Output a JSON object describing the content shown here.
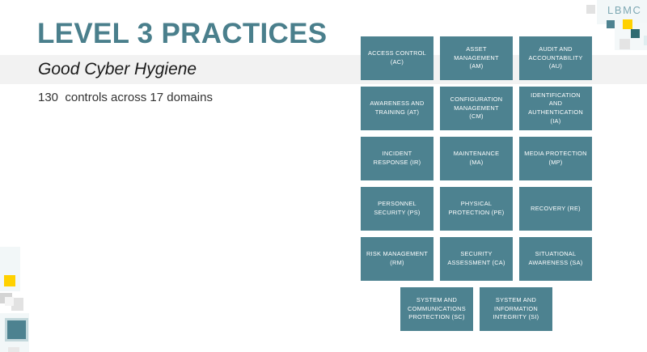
{
  "slide": {
    "title": "LEVEL 3 PRACTICES",
    "subtitle": "Good Cyber Hygiene",
    "controls_line": "130  controls across 17 domains",
    "control_count": 130,
    "domain_count": 17
  },
  "brand": {
    "name": "LBMC",
    "teal": "#4d8290",
    "title_teal": "#4a7f8c",
    "logo_teal": "#7fa9b4",
    "dark_teal": "#2f6b71",
    "yellow": "#ffd100",
    "gray": "#e2e2e2",
    "band_gray": "#f2f2f2"
  },
  "grid": {
    "columns": 3,
    "rows": [
      {
        "offset": 0,
        "cells": [
          {
            "label": "ACCESS CONTROL (AC)",
            "lines": [
              "ACCESS CONTROL",
              "(AC)"
            ],
            "abbr": "AC"
          },
          {
            "label": "ASSET MANAGEMENT (AM)",
            "lines": [
              "ASSET",
              "MANAGEMENT",
              "(AM)"
            ],
            "abbr": "AM"
          },
          {
            "label": "AUDIT AND ACCOUNTABILITY (AU)",
            "lines": [
              "AUDIT AND",
              "ACCOUNTABILITY",
              "(AU)"
            ],
            "abbr": "AU"
          }
        ]
      },
      {
        "offset": 0,
        "cells": [
          {
            "label": "AWARENESS AND TRAINING (AT)",
            "lines": [
              "AWARENESS AND",
              "TRAINING (AT)"
            ],
            "abbr": "AT"
          },
          {
            "label": "CONFIGURATION MANAGEMENT (CM)",
            "lines": [
              "CONFIGURATION",
              "MANAGEMENT",
              "(CM)"
            ],
            "abbr": "CM"
          },
          {
            "label": "IDENTIFICATION AND AUTHENTICATION (IA)",
            "lines": [
              "IDENTIFICATION",
              "AND",
              "AUTHENTICATION",
              "(IA)"
            ],
            "abbr": "IA"
          }
        ]
      },
      {
        "offset": 0,
        "cells": [
          {
            "label": "INCIDENT RESPONSE (IR)",
            "lines": [
              "INCIDENT",
              "RESPONSE (IR)"
            ],
            "abbr": "IR"
          },
          {
            "label": "MAINTENANCE (MA)",
            "lines": [
              "MAINTENANCE",
              "(MA)"
            ],
            "abbr": "MA"
          },
          {
            "label": "MEDIA PROTECTION (MP)",
            "lines": [
              "MEDIA PROTECTION",
              "(MP)"
            ],
            "abbr": "MP"
          }
        ]
      },
      {
        "offset": 0,
        "cells": [
          {
            "label": "PERSONNEL SECURITY (PS)",
            "lines": [
              "PERSONNEL",
              "SECURITY (PS)"
            ],
            "abbr": "PS"
          },
          {
            "label": "PHYSICAL PROTECTION (PE)",
            "lines": [
              "PHYSICAL",
              "PROTECTION (PE)"
            ],
            "abbr": "PE"
          },
          {
            "label": "RECOVERY (RE)",
            "lines": [
              "RECOVERY (RE)"
            ],
            "abbr": "RE"
          }
        ]
      },
      {
        "offset": 0,
        "cells": [
          {
            "label": "RISK MANAGEMENT (RM)",
            "lines": [
              "RISK MANAGEMENT",
              "(RM)"
            ],
            "abbr": "RM"
          },
          {
            "label": "SECURITY ASSESSMENT (CA)",
            "lines": [
              "SECURITY",
              "ASSESSMENT (CA)"
            ],
            "abbr": "CA"
          },
          {
            "label": "SITUATIONAL AWARENESS (SA)",
            "lines": [
              "SITUATIONAL",
              "AWARENESS (SA)"
            ],
            "abbr": "SA"
          }
        ]
      },
      {
        "offset": 49,
        "cells": [
          {
            "label": "SYSTEM AND COMMUNICATIONS PROTECTION (SC)",
            "lines": [
              "SYSTEM AND",
              "COMMUNICATIONS",
              "PROTECTION (SC)"
            ],
            "abbr": "SC"
          },
          {
            "label": "SYSTEM AND INFORMATION INTEGRITY (SI)",
            "lines": [
              "SYSTEM AND",
              "INFORMATION",
              "INTEGRITY (SI)"
            ],
            "abbr": "SI"
          }
        ]
      }
    ]
  }
}
